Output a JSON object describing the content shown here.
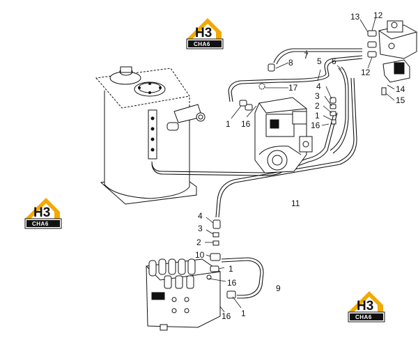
{
  "watermark": {
    "main": "H3",
    "sub": "CHA6",
    "accent_color": "#f2a900"
  },
  "callouts": {
    "pipe_11": "11",
    "top_12a": "12",
    "top_12b": "12",
    "top_13": "13",
    "right_14": "14",
    "right_15": "15",
    "pipe_7": "7",
    "pipe_5": "5",
    "pipe_6": "6",
    "fit_8": "8",
    "pump_17": "17",
    "pump_1a": "1",
    "pump_16a": "16",
    "pump_4": "4",
    "pump_3": "3",
    "pump_2": "2",
    "pump_1b": "1",
    "pump_16b": "16",
    "low_4": "4",
    "low_3": "3",
    "low_2": "2",
    "low_10": "10",
    "low_1a": "1",
    "low_16a": "16",
    "hose_9": "9",
    "low_16b": "16",
    "low_1b": "1"
  }
}
